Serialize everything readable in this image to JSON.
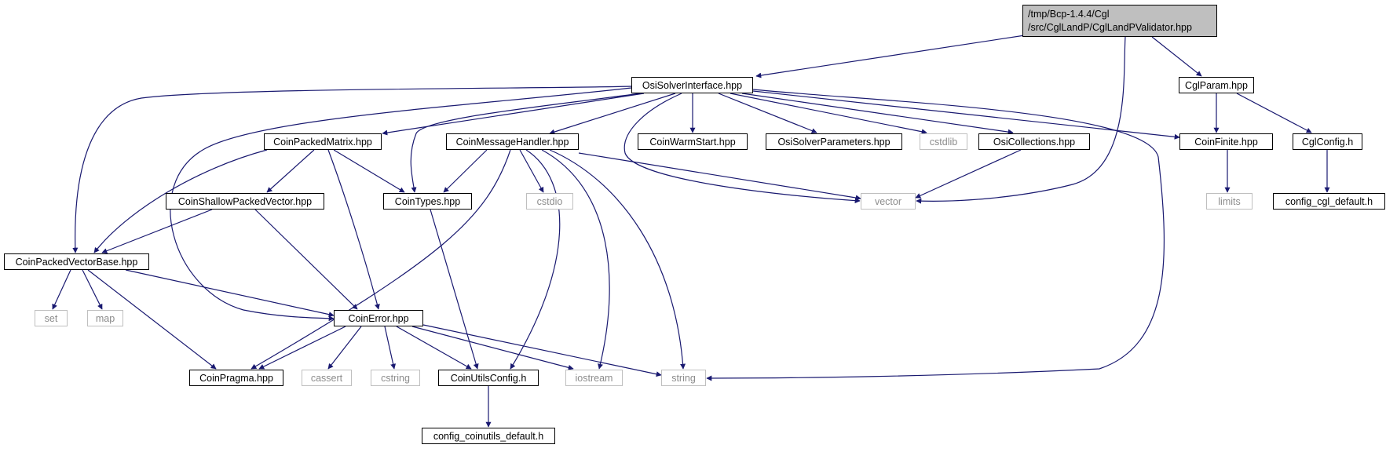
{
  "root": {
    "line1": "/tmp/Bcp-1.4.4/Cgl",
    "line2": "/src/CglLandP/CglLandPValidator.hpp"
  },
  "nodes": {
    "osi": "OsiSolverInterface.hpp",
    "cglparam": "CglParam.hpp",
    "packedmatrix": "CoinPackedMatrix.hpp",
    "messagehandler": "CoinMessageHandler.hpp",
    "warmstart": "CoinWarmStart.hpp",
    "solverparams": "OsiSolverParameters.hpp",
    "cstdlib": "cstdlib",
    "osicollections": "OsiCollections.hpp",
    "coinfinite": "CoinFinite.hpp",
    "cglconfig": "CglConfig.h",
    "shallowvector": "CoinShallowPackedVector.hpp",
    "cointypes": "CoinTypes.hpp",
    "cstdio": "cstdio",
    "vector": "vector",
    "limits": "limits",
    "configcgl": "config_cgl_default.h",
    "packedvectorbase": "CoinPackedVectorBase.hpp",
    "set": "set",
    "map": "map",
    "coinerror": "CoinError.hpp",
    "pragma": "CoinPragma.hpp",
    "cassert": "cassert",
    "cstring": "cstring",
    "utilsconfig": "CoinUtilsConfig.h",
    "iostream": "iostream",
    "string": "string",
    "configcoinutils": "config_coinutils_default.h"
  },
  "colors": {
    "edge": "#191970",
    "root_fill": "#bfbfbf",
    "system_border": "#bfbfbf",
    "system_text": "#8c8c8c"
  }
}
